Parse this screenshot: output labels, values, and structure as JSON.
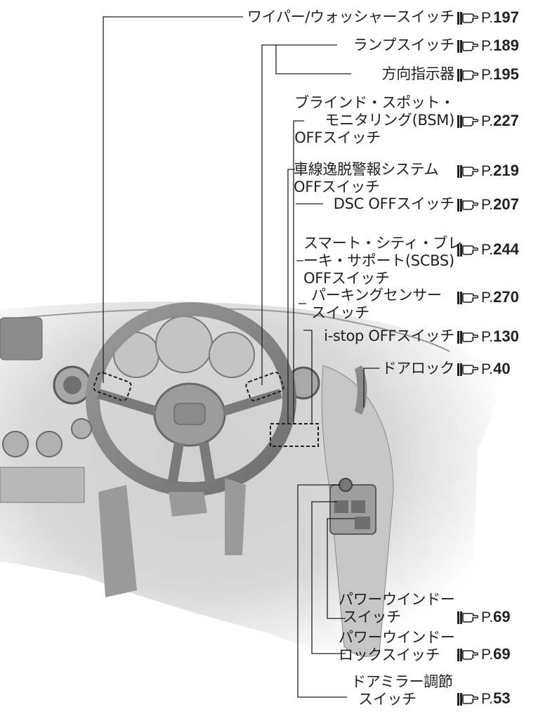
{
  "ref_icon": "pointing-hand-reference-icon",
  "page_prefix": "P.",
  "callouts": [
    {
      "lines": [
        "ワイパー/ウォッシャースイッチ"
      ],
      "page": "197"
    },
    {
      "lines": [
        "ランプスイッチ"
      ],
      "page": "189"
    },
    {
      "lines": [
        "方向指示器"
      ],
      "page": "195"
    },
    {
      "lines": [
        "ブラインド・スポット・",
        "モニタリング(BSM)",
        "OFFスイッチ"
      ],
      "page": "227"
    },
    {
      "lines": [
        "車線逸脱警報システム",
        "OFFスイッチ"
      ],
      "page": "219"
    },
    {
      "lines": [
        "DSC OFFスイッチ"
      ],
      "page": "207"
    },
    {
      "lines": [
        "スマート・シティ・ブレ",
        "ーキ・サポート(SCBS)",
        "OFFスイッチ"
      ],
      "page": "244"
    },
    {
      "lines": [
        "パーキングセンサー",
        "スイッチ"
      ],
      "page": "270"
    },
    {
      "lines": [
        "i-stop OFFスイッチ"
      ],
      "page": "130"
    },
    {
      "lines": [
        "ドアロック"
      ],
      "page": "40"
    },
    {
      "lines": [
        "パワーウインドー",
        "スイッチ"
      ],
      "page": "69"
    },
    {
      "lines": [
        "パワーウインドー",
        "ロックスイッチ"
      ],
      "page": "69"
    },
    {
      "lines": [
        "ドアミラー調節",
        "スイッチ"
      ],
      "page": "53"
    }
  ]
}
